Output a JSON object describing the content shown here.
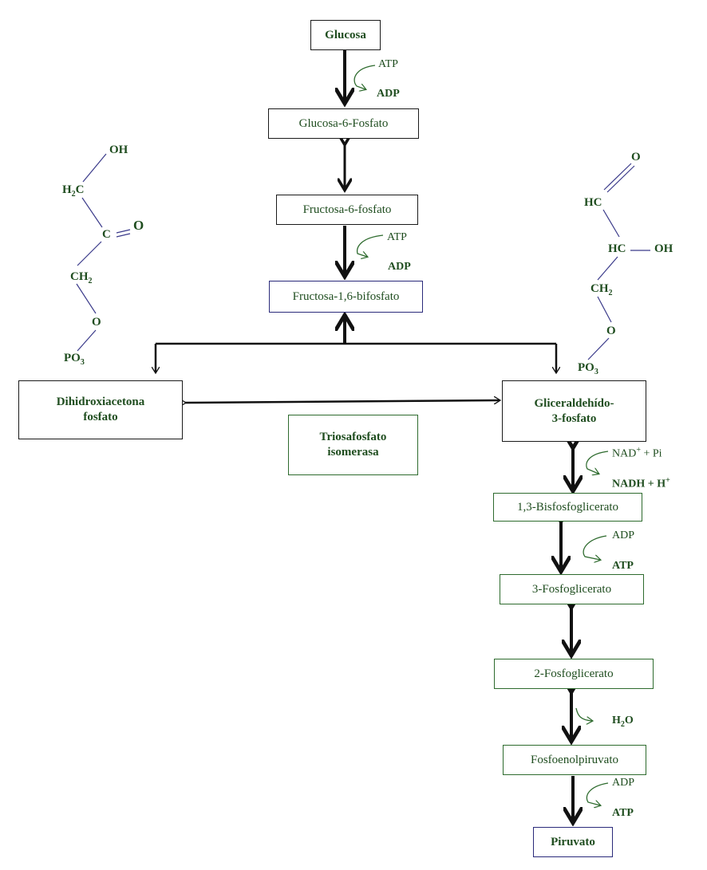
{
  "boxes": {
    "glucosa": "Glucosa",
    "g6p": "Glucosa-6-Fosfato",
    "f6p": "Fructosa-6-fosfato",
    "f16bp": "Fructosa-1,6-bifosfato",
    "dhap_1": "Dihidroxiacetona",
    "dhap_2": "fosfato",
    "g3p_1": "Gliceraldehído-",
    "g3p_2": "3-fosfato",
    "tpi_1": "Triosafosfato",
    "tpi_2": "isomerasa",
    "bpg13": "1,3-Bisfosfoglicerato",
    "pg3": "3-Fosfoglicerato",
    "pg2": "2-Fosfoglicerato",
    "pep": "Fosfoenolpiruvato",
    "piruvato": "Piruvato"
  },
  "cofactors": {
    "atp1": "ATP",
    "adp1": "ADP",
    "atp2": "ATP",
    "adp2": "ADP",
    "nad": "NAD",
    "nad_sup": "+",
    "nad_pi": " + Pi",
    "nadh": "NADH + H",
    "nadh_sup": "+",
    "adp3": "ADP",
    "atp3": "ATP",
    "h2o_h": "H",
    "h2o_sub": "2",
    "h2o_o": "O",
    "adp4": "ADP",
    "atp4": "ATP"
  },
  "dhap_structure": {
    "oh": "OH",
    "h2c_h": "H",
    "h2c_sub": "2",
    "h2c_c": "C",
    "c": "C",
    "o": "O",
    "ch2_ch": "CH",
    "ch2_sub": "2",
    "o_link": "O",
    "po3": "PO",
    "po3_sub": "3"
  },
  "g3p_structure": {
    "o": "O",
    "hc1": "HC",
    "hc2": "HC",
    "oh": "OH",
    "ch2_ch": "CH",
    "ch2_sub": "2",
    "o_link": "O",
    "po3": "PO",
    "po3_sub": "3"
  },
  "colors": {
    "text": "#1f4d1f",
    "arrow": "#111111",
    "struct_line": "#3a3a8a"
  }
}
